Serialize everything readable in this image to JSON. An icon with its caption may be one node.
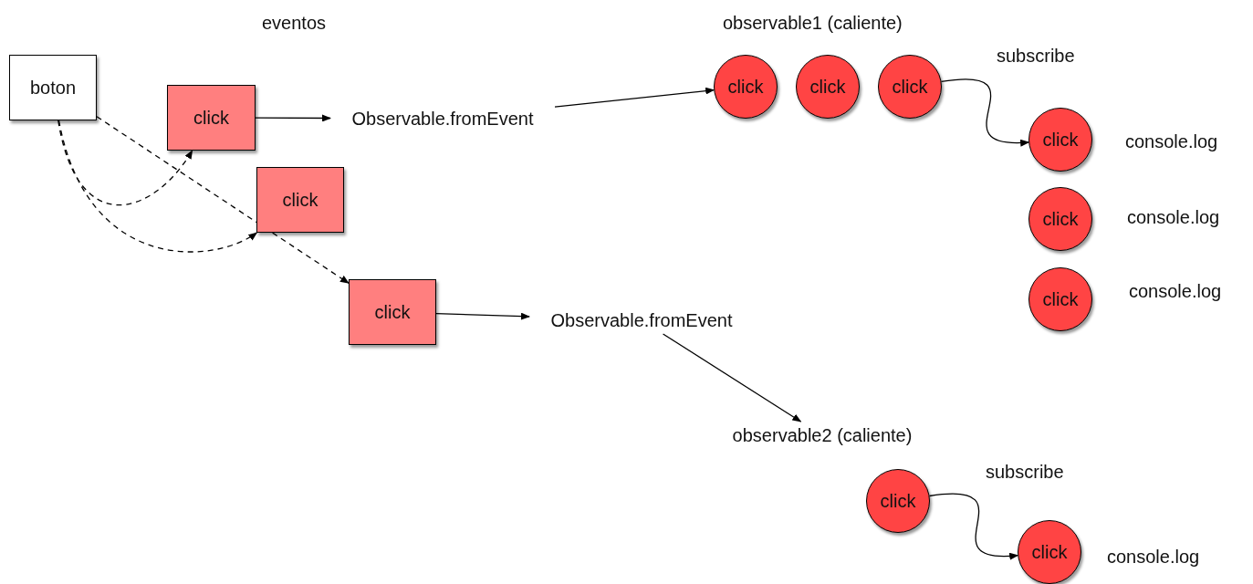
{
  "diagram": {
    "nodes": [
      {
        "text": [
          "boton"
        ]
      },
      {
        "text": [
          "click"
        ]
      },
      {
        "text": [
          "click"
        ]
      },
      {
        "text": [
          "click"
        ]
      },
      {
        "text": [
          "Observable.fromEvent"
        ]
      },
      {
        "text": [
          "click"
        ]
      },
      {
        "text": [
          "click"
        ]
      },
      {
        "text": [
          "click"
        ]
      },
      {
        "text": [
          "click"
        ],
        "beside": [
          "console.log"
        ]
      },
      {
        "text": [
          "click"
        ],
        "beside": [
          "console.log"
        ]
      },
      {
        "text": [
          "click"
        ],
        "beside": [
          "console.log"
        ]
      },
      {
        "text": [
          "Observable.fromEvent"
        ]
      },
      {
        "text": [
          "observable2 (caliente)"
        ]
      },
      {
        "text": [
          "click"
        ]
      },
      {
        "text": [
          "click"
        ],
        "beside": [
          "console.log"
        ]
      }
    ],
    "edges": [
      {
        "from": 0,
        "to": 1,
        "arrow": "to",
        "style": "dashed"
      },
      {
        "from": 0,
        "to": 2,
        "arrow": "to",
        "style": "dashed"
      },
      {
        "from": 0,
        "to": 3,
        "arrow": "to",
        "style": "dashed"
      },
      {
        "from": 1,
        "to": 4,
        "arrow": "to"
      },
      {
        "from": 4,
        "to": 5,
        "arrow": "to"
      },
      {
        "from": 3,
        "to": 11,
        "arrow": "to"
      },
      {
        "from": 11,
        "to": 12,
        "arrow": "to"
      },
      {
        "from": 7,
        "to": 8,
        "arrow": "to",
        "label": "subscribe"
      },
      {
        "from": 13,
        "to": 14,
        "arrow": "to",
        "label": "subscribe"
      }
    ],
    "labels": [
      "eventos",
      "observable1 (caliente)"
    ]
  }
}
